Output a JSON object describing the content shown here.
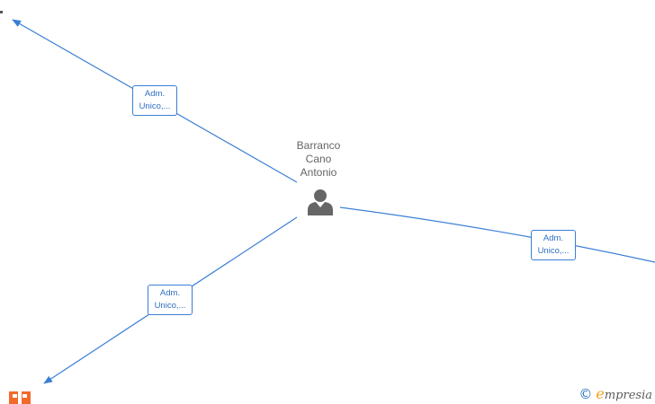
{
  "person": {
    "name_line1": "Barranco",
    "name_line2": "Cano",
    "name_line3": "Antonio",
    "icon": "person-icon"
  },
  "relations": [
    {
      "line1": "Adm.",
      "line2": "Unico,..."
    },
    {
      "line1": "Adm.",
      "line2": "Unico,..."
    },
    {
      "line1": "Adm.",
      "line2": "Unico,..."
    }
  ],
  "colors": {
    "edge": "#3a7fd5",
    "person": "#666666",
    "company": "#f26a2b",
    "brand_accent": "#f0a020"
  },
  "watermark": {
    "copyright": "©",
    "brand_initial": "e",
    "brand_rest": "mpresia"
  }
}
